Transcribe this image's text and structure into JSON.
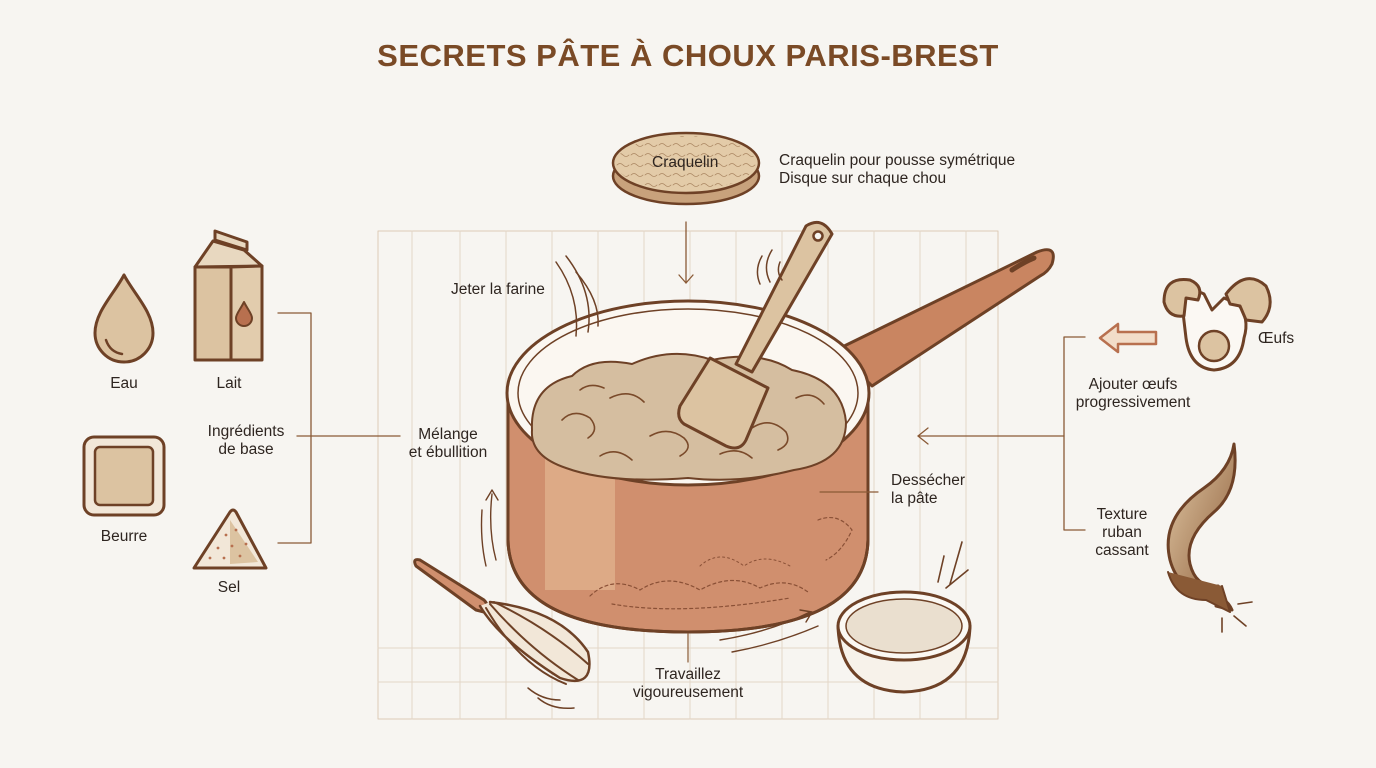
{
  "title": "SECRETS PÂTE À CHOUX PARIS-BREST",
  "colors": {
    "title": "#7a4a26",
    "outline": "#6e4126",
    "copper": "#d08f6e",
    "copper_dark": "#b8704f",
    "beige": "#dcc3a1",
    "paste": "#d5bea0",
    "grid": "#e3d6c8",
    "background": "#f7f5f1"
  },
  "ingredients": {
    "water": "Eau",
    "milk": "Lait",
    "butter": "Beurre",
    "salt": "Sel",
    "group": [
      "Ingrédients",
      "de base"
    ]
  },
  "craquelin": {
    "disc_label": "Craquelin",
    "note": [
      "Craquelin pour pousse symétrique",
      "Disque sur chaque chou"
    ]
  },
  "steps": {
    "flour": "Jeter la farine",
    "mix": [
      "Mélange",
      "et ébullition"
    ],
    "dry": [
      "Dessécher",
      "la pâte"
    ],
    "work": [
      "Travaillez",
      "vigoureusement"
    ]
  },
  "eggs": {
    "label": "Œufs",
    "add": [
      "Ajouter œufs",
      "progressivement"
    ],
    "texture": [
      "Texture",
      "ruban",
      "cassant"
    ]
  },
  "icons": [
    "water-drop-icon",
    "milk-carton-icon",
    "butter-icon",
    "salt-icon",
    "craquelin-disc-icon",
    "saucepan-icon",
    "spatula-icon",
    "whisk-icon",
    "bowl-icon",
    "cracked-egg-icon",
    "ribbon-icon"
  ]
}
